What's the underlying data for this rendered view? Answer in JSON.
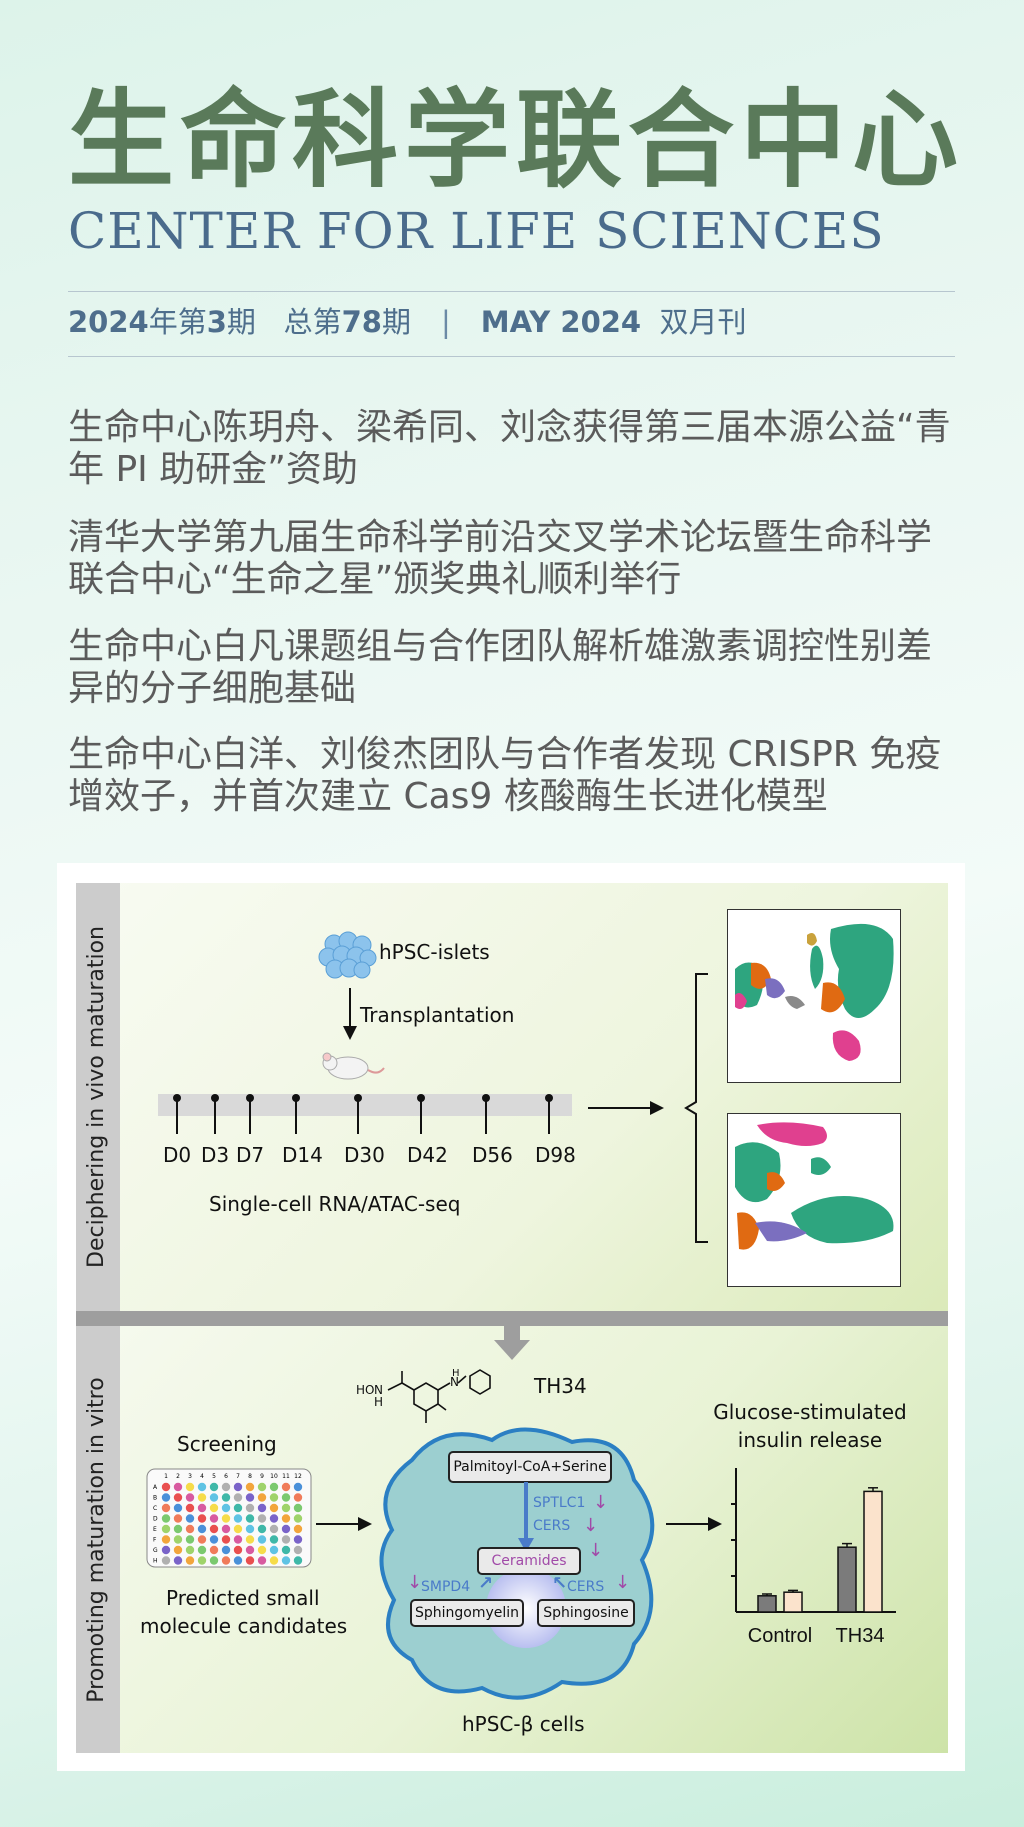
{
  "header": {
    "title_cn": "生命科学联合中心",
    "title_en": "CENTER FOR LIFE SCIENCES",
    "issue": {
      "year_num": "2024",
      "year_char": "年第",
      "issue_num": "3",
      "issue_char": "期",
      "total_prefix": "总第",
      "total_num": "78",
      "total_suffix": "期",
      "divider": "|",
      "month": "MAY 2024",
      "frequency": "双月刊"
    }
  },
  "headlines": [
    {
      "text": "生命中心陈玥舟、梁希同、刘念获得第三届本源公益“青年 PI 助研金”资助"
    },
    {
      "text": "清华大学第九届生命科学前沿交叉学术论坛暨生命科学联合中心“生命之星”颁奖典礼顺利举行"
    },
    {
      "text": "生命中心白凡课题组与合作团队解析雄激素调控性别差异的分子细胞基础"
    },
    {
      "text": "生命中心白洋、刘俊杰团队与合作者发现 CRISPR 免疫增效子，并首次建立 Cas9 核酸酶生长进化模型"
    }
  ],
  "figure": {
    "top_panel": {
      "side_label": "Deciphering in vivo maturation",
      "islets_label": "hPSC-islets",
      "transplant_label": "Transplantation",
      "timepoints": [
        "D0",
        "D3",
        "D7",
        "D14",
        "D30",
        "D42",
        "D56",
        "D98"
      ],
      "assay_label": "Single-cell RNA/ATAC-seq"
    },
    "bottom_panel": {
      "side_label": "Promoting maturation in vitro",
      "compound_label": "TH34",
      "screening_label": "Screening",
      "plate_rows": [
        "A",
        "B",
        "C",
        "D",
        "E",
        "F",
        "G",
        "H"
      ],
      "plate_cols": [
        "1",
        "2",
        "3",
        "4",
        "5",
        "6",
        "7",
        "8",
        "9",
        "10",
        "11",
        "12"
      ],
      "candidates_line1": "Predicted small",
      "candidates_line2": "molecule candidates",
      "cell_label": "hPSC-β cells",
      "pathway": {
        "source": "Palmitoyl-CoA+Serine",
        "enzyme1": "SPTLC1",
        "enzyme2": "CERS",
        "hub": "Ceramides",
        "left_enzyme": "SMPD4",
        "right_enzyme": "CERS",
        "left_product": "Sphingomyelin",
        "right_product": "Sphingosine"
      },
      "chem_ho": "HO",
      "chem_n": "N",
      "chem_h": "H",
      "chem_nh": "H"
    }
  },
  "chart_data": {
    "type": "bar",
    "title": "Glucose-stimulated insulin release",
    "categories": [
      "Control",
      "TH34"
    ],
    "series": [
      {
        "values": [
          0.9,
          3.6
        ],
        "color": "#7b7b7b"
      },
      {
        "values": [
          1.1,
          6.7
        ],
        "color": "#fbe3cc"
      }
    ],
    "errors": [
      [
        0.1,
        0.2
      ],
      [
        0.1,
        0.2
      ]
    ],
    "ylim": [
      0,
      8
    ],
    "xlabel": "",
    "ylabel": ""
  },
  "colors": {
    "title_green": "#5a7a5a",
    "title_blue": "#4a6b8c",
    "umap_green": "#2ea57f",
    "umap_orange": "#e06a12",
    "umap_pink": "#e0408f",
    "umap_purple": "#7b6fbf",
    "cell_fill": "#9ccfd0",
    "cell_border": "#2b7fc3",
    "pathway_purple": "#a14aa8",
    "pathway_blue": "#4a7bc9"
  }
}
